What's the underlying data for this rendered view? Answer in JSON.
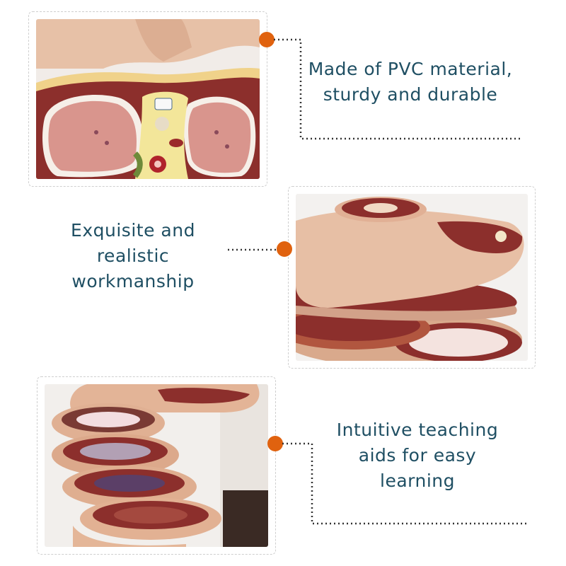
{
  "features": [
    {
      "caption_lines": [
        "Made of PVC material,",
        "sturdy and durable"
      ]
    },
    {
      "caption_lines": [
        "Exquisite and",
        "realistic",
        "workmanship"
      ]
    },
    {
      "caption_lines": [
        "Intuitive teaching",
        "aids for easy",
        "learning"
      ]
    }
  ],
  "colors": {
    "accent_dot": "#e0620f",
    "caption_text": "#1f4f63",
    "dashed_border": "#cfcfcf",
    "skin": "#e8b99b",
    "muscle": "#8c2f2c"
  }
}
